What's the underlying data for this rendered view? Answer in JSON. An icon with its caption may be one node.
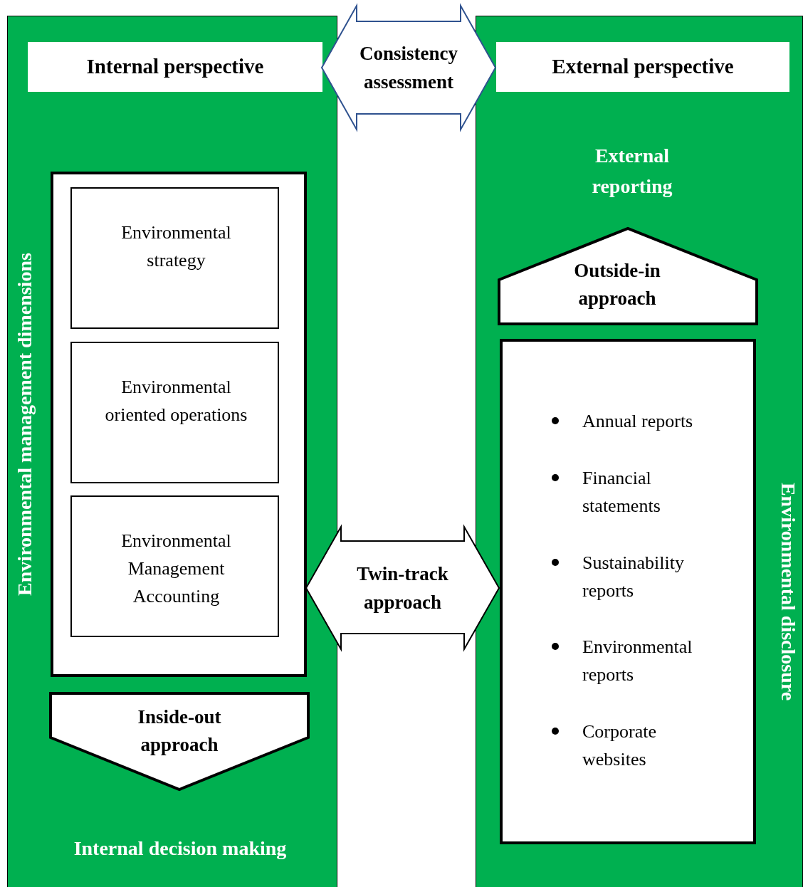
{
  "diagram": {
    "nodes": [
      {
        "text": [
          "Environmental management dimensions",
          "Internal decision making"
        ]
      },
      {
        "text": [
          "Internal perspective"
        ],
        "in": 0
      },
      {
        "text": [],
        "shape": "box",
        "in": 0
      },
      {
        "text": [
          "Environmental strategy"
        ],
        "in": 2
      },
      {
        "text": [
          "Environmental oriented operations"
        ],
        "in": 2
      },
      {
        "text": [
          "Environmental Management Accounting"
        ],
        "in": 2
      },
      {
        "text": [
          "Inside-out approach"
        ],
        "in": 0
      },
      {
        "text": [
          "External reporting",
          "Environmental disclosure"
        ]
      },
      {
        "text": [
          "External perspective"
        ],
        "in": 7
      },
      {
        "text": [
          "Outside-in approach"
        ],
        "in": 7
      },
      {
        "text": [
          "Annual reports",
          "Financial statements",
          "Sustainability reports",
          "Environmental reports",
          "Corporate websites"
        ],
        "in": 7
      }
    ],
    "edges": [
      {
        "from": 1,
        "to": 8,
        "arrow": "both",
        "label": "Consistency assessment",
        "color": "#2f528f"
      },
      {
        "from": 2,
        "to": 10,
        "arrow": "both",
        "label": "Twin-track approach"
      }
    ]
  }
}
